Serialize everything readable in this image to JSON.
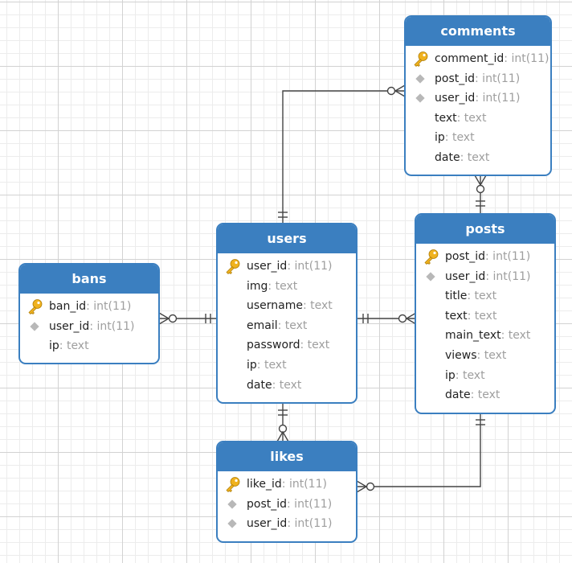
{
  "colors": {
    "header": "#3b7fc0",
    "key_icon": "#f0b21e",
    "fk_icon": "#b8b8b8",
    "line": "#444444"
  },
  "entities": [
    {
      "name": "comments",
      "fields": [
        {
          "name": "comment_id",
          "type": ": int(11)",
          "icon": "key-icon"
        },
        {
          "name": "post_id",
          "type": ": int(11)",
          "icon": "diamond-icon"
        },
        {
          "name": "user_id",
          "type": ": int(11)",
          "icon": "diamond-icon"
        },
        {
          "name": "text",
          "type": ": text",
          "icon": ""
        },
        {
          "name": "ip",
          "type": ": text",
          "icon": ""
        },
        {
          "name": "date",
          "type": ": text",
          "icon": ""
        }
      ]
    },
    {
      "name": "users",
      "fields": [
        {
          "name": "user_id",
          "type": ": int(11)",
          "icon": "key-icon"
        },
        {
          "name": "img",
          "type": ": text",
          "icon": ""
        },
        {
          "name": "username",
          "type": ": text",
          "icon": ""
        },
        {
          "name": "email",
          "type": ": text",
          "icon": ""
        },
        {
          "name": "password",
          "type": ": text",
          "icon": ""
        },
        {
          "name": "ip",
          "type": ": text",
          "icon": ""
        },
        {
          "name": "date",
          "type": ": text",
          "icon": ""
        }
      ]
    },
    {
      "name": "posts",
      "fields": [
        {
          "name": "post_id",
          "type": ": int(11)",
          "icon": "key-icon"
        },
        {
          "name": "user_id",
          "type": ": int(11)",
          "icon": "diamond-icon"
        },
        {
          "name": "title",
          "type": ": text",
          "icon": ""
        },
        {
          "name": "text",
          "type": ": text",
          "icon": ""
        },
        {
          "name": "main_text",
          "type": ": text",
          "icon": ""
        },
        {
          "name": "views",
          "type": ": text",
          "icon": ""
        },
        {
          "name": "ip",
          "type": ": text",
          "icon": ""
        },
        {
          "name": "date",
          "type": ": text",
          "icon": ""
        }
      ]
    },
    {
      "name": "bans",
      "fields": [
        {
          "name": "ban_id",
          "type": ": int(11)",
          "icon": "key-icon"
        },
        {
          "name": "user_id",
          "type": ": int(11)",
          "icon": "diamond-icon"
        },
        {
          "name": "ip",
          "type": ": text",
          "icon": ""
        }
      ]
    },
    {
      "name": "likes",
      "fields": [
        {
          "name": "like_id",
          "type": ": int(11)",
          "icon": "key-icon"
        },
        {
          "name": "post_id",
          "type": ": int(11)",
          "icon": "diamond-icon"
        },
        {
          "name": "user_id",
          "type": ": int(11)",
          "icon": "diamond-icon"
        }
      ]
    }
  ],
  "relationships": [
    {
      "from": "users",
      "to": "comments",
      "from_end": "one",
      "to_end": "zero-or-many"
    },
    {
      "from": "posts",
      "to": "comments",
      "from_end": "one",
      "to_end": "zero-or-many"
    },
    {
      "from": "users",
      "to": "bans",
      "from_end": "one",
      "to_end": "zero-or-many"
    },
    {
      "from": "users",
      "to": "posts",
      "from_end": "one",
      "to_end": "zero-or-many"
    },
    {
      "from": "users",
      "to": "likes",
      "from_end": "one",
      "to_end": "zero-or-many"
    },
    {
      "from": "posts",
      "to": "likes",
      "from_end": "one",
      "to_end": "zero-or-many"
    }
  ]
}
